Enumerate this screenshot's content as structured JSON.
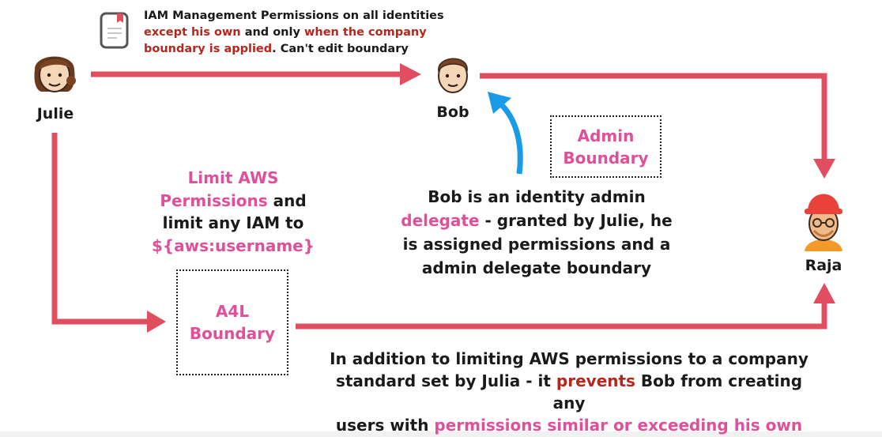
{
  "people": {
    "julie": "Julie",
    "bob": "Bob",
    "raja": "Raja"
  },
  "julie_note": {
    "line1": "IAM Management Permissions on all identities",
    "line2_hl1": "except his own",
    "line2_mid": " and only ",
    "line2_hl2": "when the company",
    "line3_hl": "boundary is applied",
    "line3_rest": ". Can't edit boundary"
  },
  "limit_text": {
    "hl1a": "Limit AWS",
    "hl1b": "Permissions",
    "mid1": " and",
    "mid2": "limit any IAM to",
    "var": "${aws:username}"
  },
  "admin_boundary": {
    "line1": "Admin",
    "line2": "Boundary"
  },
  "a4l_boundary": {
    "line1": "A4L",
    "line2": "Boundary"
  },
  "bob_text": {
    "line1": "Bob is an identity admin",
    "hl": "delegate",
    "line2_rest": " - granted by Julie, he",
    "line3": "is assigned permissions and a",
    "line4": "admin delegate boundary"
  },
  "bottom_text": {
    "line1": "In addition to limiting AWS permissions to a company",
    "line2_a": "standard set by Julia - it ",
    "line2_hl": "prevents",
    "line2_b": " Bob from creating any",
    "line3_a": "users with ",
    "line3_hl": "permissions similar or exceeding his own"
  },
  "colors": {
    "arrow_red": "#e04e60",
    "arrow_blue": "#1a9be8",
    "highlight_pink": "#e0509a",
    "highlight_red": "#b5271c"
  },
  "icons": [
    "policy-document-icon",
    "julie-avatar",
    "bob-avatar",
    "raja-avatar"
  ]
}
